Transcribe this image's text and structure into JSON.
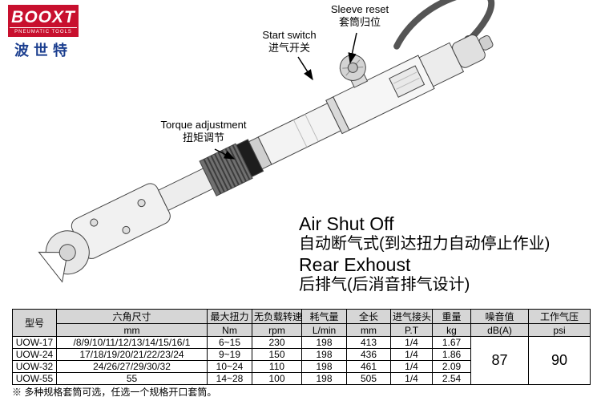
{
  "logo": {
    "brand": "BOOXT",
    "subtitle": "PNEUMATIC TOOLS",
    "chinese": "波世特"
  },
  "colors": {
    "logo_red": "#c8102e",
    "logo_blue": "#1b3e8f",
    "table_header_bg": "#d6d6d6",
    "line_art": "#444444"
  },
  "annotations": {
    "torque": {
      "en": "Torque adjustment",
      "zh": "扭矩调节"
    },
    "start": {
      "en": "Start switch",
      "zh": "进气开关"
    },
    "sleeve": {
      "en": "Sleeve reset",
      "zh": "套筒归位"
    }
  },
  "features": {
    "air_en": "Air Shut Off",
    "air_zh": "自动断气式(到达扭力自动停止作业)",
    "exhaust_en": "Rear Exhoust",
    "exhaust_zh": "后排气(后消音排气设计)"
  },
  "table": {
    "header": {
      "model": "型号",
      "hex": "六角尺寸",
      "hex_unit": "mm",
      "max_torque": "最大扭力",
      "max_torque_unit": "Nm",
      "no_load_speed": "无负载转速",
      "no_load_speed_unit": "rpm",
      "air_consumption": "耗气量",
      "air_consumption_unit": "L/min",
      "overall_length": "全长",
      "overall_length_unit": "mm",
      "air_inlet": "进气接头",
      "air_inlet_unit": "P.T",
      "weight": "重量",
      "weight_unit": "kg",
      "noise": "噪音值",
      "noise_unit": "dB(A)",
      "pressure": "工作气压",
      "pressure_unit": "psi"
    },
    "rows": [
      {
        "model": "UOW-17",
        "hex": "/8/9/10/11/12/13/14/15/16/1",
        "torque": "6~15",
        "speed": "230",
        "air": "198",
        "length": "413",
        "inlet": "1/4",
        "weight": "1.67"
      },
      {
        "model": "UOW-24",
        "hex": "17/18/19/20/21/22/23/24",
        "torque": "9~19",
        "speed": "150",
        "air": "198",
        "length": "436",
        "inlet": "1/4",
        "weight": "1.86"
      },
      {
        "model": "UOW-32",
        "hex": "24/26/27/29/30/32",
        "torque": "10~24",
        "speed": "110",
        "air": "198",
        "length": "461",
        "inlet": "1/4",
        "weight": "2.09"
      },
      {
        "model": "UOW-55",
        "hex": "55",
        "torque": "14~28",
        "speed": "100",
        "air": "198",
        "length": "505",
        "inlet": "1/4",
        "weight": "2.54"
      }
    ],
    "noise_value": "87",
    "pressure_value": "90"
  },
  "footnote": "※ 多种规格套筒可选，任选一个规格开口套筒。"
}
